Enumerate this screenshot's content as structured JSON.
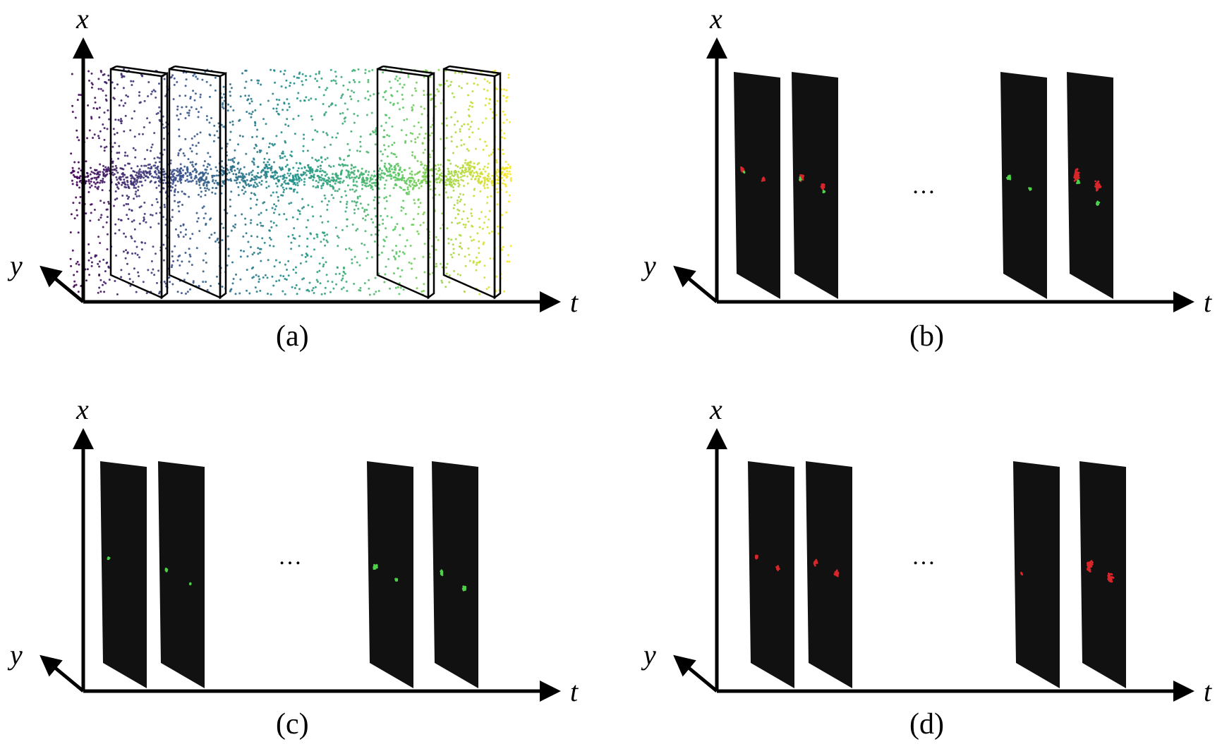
{
  "figure": {
    "axis_labels": {
      "x": "x",
      "y": "y",
      "t": "t"
    },
    "ellipsis": "…",
    "panels": [
      {
        "id": "a",
        "caption": "(a)",
        "type": "event-stream"
      },
      {
        "id": "b",
        "caption": "(b)",
        "type": "frames-mixed"
      },
      {
        "id": "c",
        "caption": "(c)",
        "type": "frames-positive"
      },
      {
        "id": "d",
        "caption": "(d)",
        "type": "frames-negative"
      }
    ],
    "colors": {
      "axis": "#000000",
      "frame_fill": "#111111",
      "positive_events": "#4fd14a",
      "negative_events": "#d8262b",
      "event_colormap": [
        "#440154",
        "#3b528b",
        "#21918c",
        "#5ec962",
        "#fde725"
      ]
    }
  }
}
